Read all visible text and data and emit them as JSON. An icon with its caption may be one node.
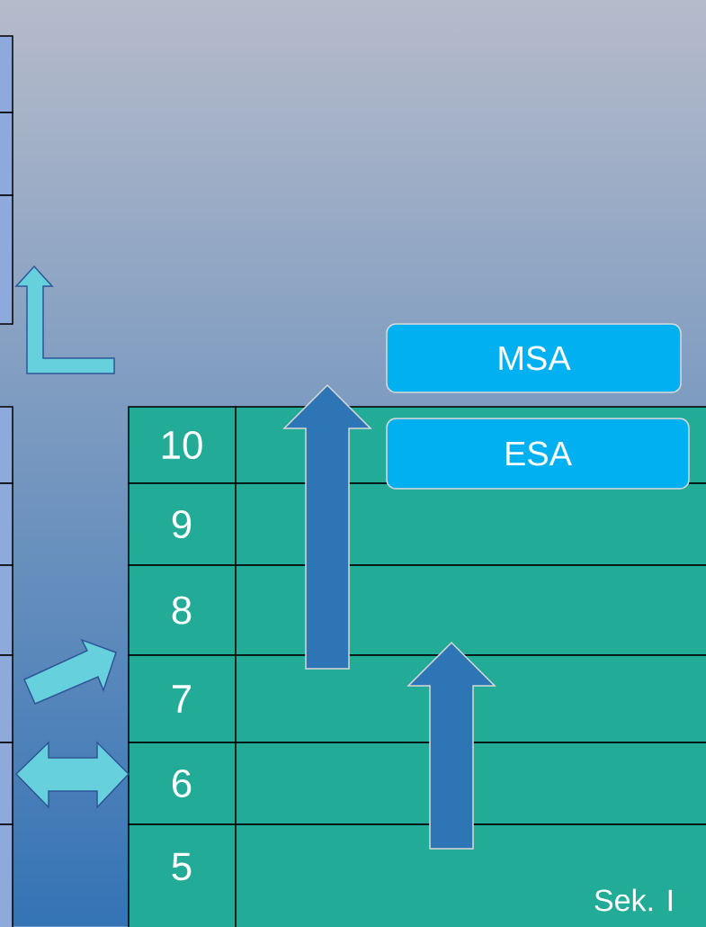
{
  "diagram": {
    "nodes": [
      {
        "text": [
          "MSA"
        ]
      },
      {
        "text": [
          "ESA"
        ]
      }
    ],
    "labels": [
      "10",
      "9",
      "8",
      "7",
      "6",
      "5",
      "Sek. I"
    ]
  }
}
